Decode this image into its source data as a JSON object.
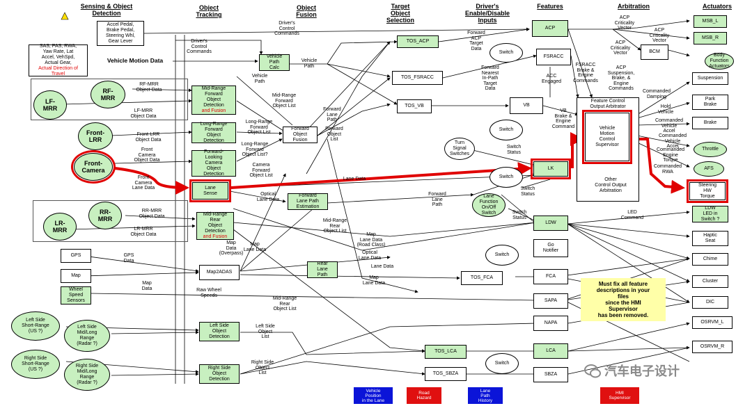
{
  "columns": {
    "sensing": "Sensing & Object\nDetection",
    "tracking": "Object\nTracking",
    "fusion": "Object\nFusion",
    "target": "Target\nObject\nSelection",
    "driver": "Driver's\nEnable/Disable\nInputs",
    "features": "Features",
    "arbitration": "Arbitration",
    "actuators": "Actuators"
  },
  "sensing": {
    "pedals": "Accel Pedal,\nBrake Pedal,\nSteering Whl,\nGear Lever",
    "sas": "SAS, PAS, RWA,\nYaw Rate, Lat\nAccel, VehSpd,\nActual Gear,",
    "sas_red": "Actual Direction of\nTravel",
    "vmd": "Vehicle Motion Data",
    "lf_mrr": "LF-\nMRR",
    "rf_mrr": "RF-\nMRR",
    "front_lrr": "Front-\nLRR",
    "front_camera": "Front-\nCamera",
    "rr_mrr": "RR-\nMRR",
    "lr_mrr": "LR-\nMRR",
    "gps": "GPS",
    "map": "Map",
    "wheel": "Wheel\nSpeed\nSensors",
    "left_sr": "Left Side\nShort-Range\n(US ?)",
    "left_mid": "Left Side\nMid/Long\nRange\n(Radar ?)",
    "right_sr": "Right Side\nShort-Range\n(US ?)",
    "right_mid": "Right Side\nMid/Long\nRange\n(Radar ?)"
  },
  "tracking": {
    "vpc": "Vehicle\nPath\nCalc",
    "mid_fwd": "Mid-Range\nForward\nObject\nDetection",
    "and_fusion": "and Fusion",
    "long_fwd": "Long-Range\nForward\nObject\nDetection",
    "fwd_cam": "Forward-\nLooking\nCamera\nObject\nDetection",
    "lane_sense": "Lane\nSense",
    "mid_rear": "Mid-Range\nRear\nObject\nDetection",
    "map2adas": "Map2ADAS",
    "left_obj": "Left Side\nObject\nDetection",
    "right_obj": "Right Side\nObject\nDetection"
  },
  "fusion": {
    "fwd_obj_fusion": "Forward\nObject\nFusion",
    "flp_est": "Forward\nLane Path\nEstimation",
    "rear_lane_path": "Rear\nLane\nPath"
  },
  "target": {
    "tos_acp": "TOS_ACP",
    "tos_fsracc": "TOS_FSRACC",
    "tos_vb": "TOS_VB",
    "tos_fca": "TOS_FCA",
    "tos_lca": "TOS_LCA",
    "tos_sbza": "TOS_SBZA"
  },
  "driver": {
    "switch1": "Switch",
    "switch2": "Switch",
    "turn_signal": "Turn\nSignal\nSwitches",
    "switch3": "Switch",
    "lane_fn": "Lane\nFunction\nOn/Off\nSwitch",
    "switch4": "Switch",
    "switch5": "Switch"
  },
  "features": {
    "acp": "ACP",
    "fsracc": "FSRACC",
    "vb": "VB",
    "lk": "LK",
    "ldw": "LDW",
    "go_notifier": "Go\nNotifier",
    "fca": "FCA",
    "sapa": "SAPA",
    "napa": "NAPA",
    "lca": "LCA",
    "sbza": "SBZA"
  },
  "arbitration": {
    "bcm": "BCM",
    "fc_arbitrator": "Feature Control\nOutput Arbitrator",
    "vmc_supervisor": "Vehicle\nMotion\nControl\nSupervisor",
    "other_arbitration": "Other\nControl Output\nArbitration"
  },
  "actuators": {
    "msb_l": "MSB_L",
    "msb_r": "MSB_R",
    "body_fn": "Body\nFunction\nActuators",
    "suspension": "Suspension",
    "park_brake": "Park\nBrake",
    "brake": "Brake",
    "throttle": "Throttle",
    "afs": "AFS",
    "steering": "Steering\nHW\nTorque",
    "ldw_led": "LDW\nLED in\nSwitch ?",
    "haptic": "Haptic\nSeat",
    "chime": "Chime",
    "cluster": "Cluster",
    "dic": "DIC",
    "osrvm_l": "OSRVM_L",
    "osrvm_r": "OSRVM_R"
  },
  "labels": {
    "drivers_cmds_top": "Driver's\nControl\nCommands",
    "drivers_cmds_left": "Driver's\nControl\nCommands",
    "vehicle_path_1": "Vehicle\nPath",
    "vehicle_path_2": "Vehicle\nPath",
    "rf_mrr_data": "RF-MRR\nObject Data",
    "lf_mrr_data": "LF-MRR\nObject Data",
    "mr_fwd_list": "Mid-Range\nForward\nObject List",
    "front_lrr_data": "Front-LRR\nObject Data",
    "lr_fwd_list": "Long-Range\nForward\nObject List",
    "lr_fwd_list2": "Long-Range\nForward\nObject List?",
    "front_cam_data": "Front\nCamera\nObject Data",
    "front_cam_lane": "Front\nCamera\nLane Data",
    "cam_fwd_list": "Camera\nForward\nObject List",
    "fwd_lane_path": "Forward\nLane\nPath",
    "fwd_obj_list": "Forward\nObject\nList",
    "fwd_acp": "Forward\nACP\nTarget\nData",
    "fwd_nearest": "Forward\nNearest\nIn-Path\nTarget\nData",
    "acc_engaged": "ACC\nEngaged",
    "fsracc_cmds": "FSRACC\nBrake &\nEngine\nCommands",
    "vb_cmds": "VB\nBrake &\nEngine\nCommand",
    "acp_crit1": "ACP\nCriticality\nVector",
    "acp_crit2": "ACP\nCriticality\nVector",
    "acp_crit3": "ACP\nCriticality\nVector",
    "acp_susp": "ACP\nSuspension,\nBrake, &\nEngine\nCommands",
    "cmd_damping": "Commanded\nDamping",
    "hold_vehicle": "Hold\nVehicle",
    "cmd_accel": "Commanded\nVehicle\nAccel",
    "cmd_accel2": "Commanded\nVehicle\nAccel",
    "cmd_torque": "Commanded\nEngine\nTorque",
    "cmd_rwa": "Commanded\nRWA",
    "switch_status1": "Switch\nStatus",
    "switch_status2": "Switch\nStatus",
    "switch_status3": "Switch\nStatus",
    "lane_data": "Lane Data",
    "optical_lane": "Optical\nLane Data",
    "fwd_lane_path2": "Forward\nLane\nPath",
    "rr_mrr_data": "RR-MRR\nObject Data",
    "lr_mrr_data": "LR-MRR\nObject Data",
    "mr_rear_list": "Mid-Range\nRear\nObject List",
    "map_lane_class": "Map\nLane Data\n(Road Class)",
    "optical_lane2": "Optical\nLane Data",
    "led_cmd": "LED\nCommand",
    "gps_data": "GPS\nData",
    "map_data": "Map\nData",
    "map_data_overpass": "Map\nData\n(Overpass)",
    "map_lane_data": "Map\nLane Data",
    "lane_data2": "Lane Data",
    "map_lane_data2": "Map\nLane Data",
    "raw_wheel": "Raw Wheel\nSpeeds",
    "mr_rear_list2": "Mid-Range\nRear\nObject List",
    "left_side_list": "Left Side\nObject\nList",
    "right_side_list": "Right Side\nObject\nList"
  },
  "note": "Must fix all feature\ndescriptions in your\nfiles\nsince the HMI\nSupervisor\nhas been removed.",
  "legend": {
    "vpl": "Vehicle\nPosition\nin the Lane",
    "red1": "Road\nHazard",
    "lph": "Lane\nPath\nHistory",
    "red2": "HMI\nSupervisor"
  },
  "watermark": "汽车电子设计",
  "colors": {
    "green": "#c8f0c0",
    "highlight": "#e00000",
    "legend_blue": "#0b14d8",
    "legend_red": "#e01010",
    "note_yellow": "#ffffa8"
  }
}
